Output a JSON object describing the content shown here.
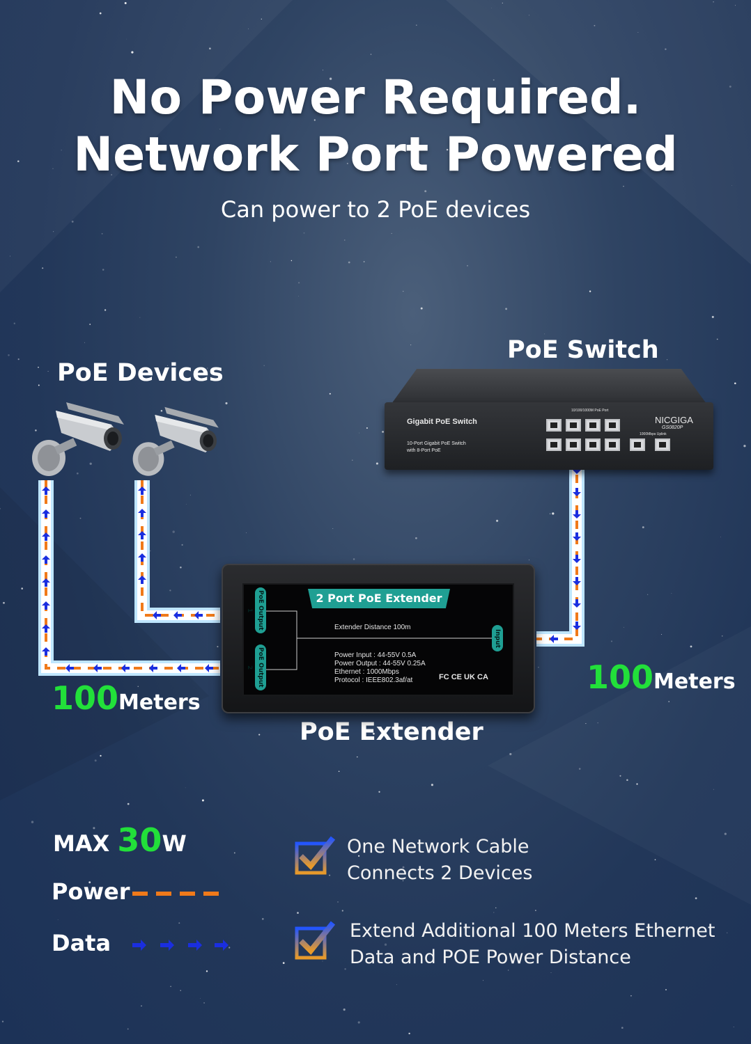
{
  "headline": {
    "line1": "No Power Required.",
    "line2": "Network Port Powered",
    "subtitle": "Can power to 2 PoE devices"
  },
  "labels": {
    "poe_devices": "PoE Devices",
    "poe_switch": "PoE Switch",
    "poe_extender": "PoE Extender"
  },
  "distance_left": {
    "value": "100",
    "unit": "Meters"
  },
  "distance_right": {
    "value": "100",
    "unit": "Meters"
  },
  "switch": {
    "name": "Gigabit PoE Switch",
    "desc_line1": "10-Port Gigabit PoE Switch",
    "desc_line2": "with 8-Port PoE",
    "port_header": "10/100/1000M PoE Port",
    "uplink_header": "1000Mbps Uplink",
    "brand": "NICGIGA",
    "model": "GS0820P"
  },
  "extender": {
    "banner": "2 Port PoE Extender",
    "output1": "PoE Output 1",
    "output2": "PoE Output 2",
    "input": "Input",
    "distance": "Extender Distance 100m",
    "power_input": "Power Input : 44-55V 0.5A",
    "power_output": "Power Output : 44-55V 0.25A",
    "ethernet": "Ethernet : 1000Mbps",
    "protocol": "Protocol : IEEE802.3af/at",
    "certs": "FC CE UK CA"
  },
  "legend": {
    "max_prefix": "MAX",
    "max_value": "30",
    "max_unit": "W",
    "power": "Power",
    "data": "Data"
  },
  "features": {
    "f1_line1": "One Network Cable",
    "f1_line2": "Connects 2 Devices",
    "f2_line1": "Extend Additional 100 Meters Ethernet",
    "f2_line2": "Data and POE Power Distance"
  },
  "colors": {
    "power": "#f07a1a",
    "data": "#1a2ee0",
    "highlight": "#22e03a",
    "teal": "#1f9f93"
  },
  "icons": [
    "camera-icon",
    "checkbox-check-icon",
    "arrow-icon"
  ]
}
